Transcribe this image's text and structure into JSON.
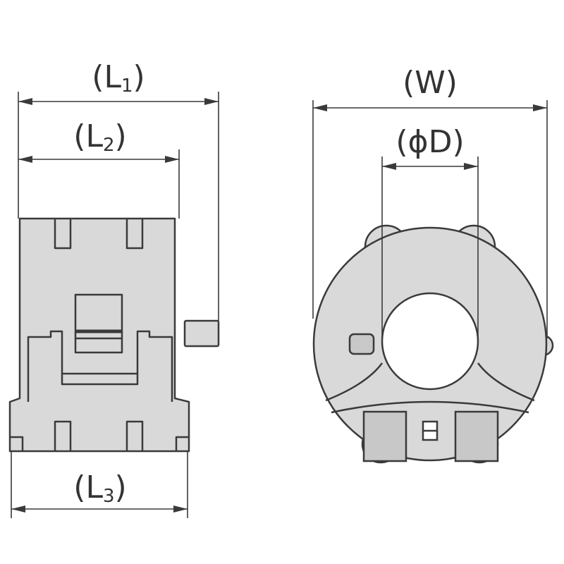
{
  "dimensions": {
    "l1": {
      "main": "L",
      "sub": "1"
    },
    "l2": {
      "main": "L",
      "sub": "2"
    },
    "l3": {
      "main": "L",
      "sub": "3"
    },
    "w": {
      "main": "W"
    },
    "phi_d": {
      "main": "ϕD"
    }
  },
  "colors": {
    "part_fill": "#d9d9d9",
    "line": "#3a3a3a",
    "background": "#ffffff"
  }
}
